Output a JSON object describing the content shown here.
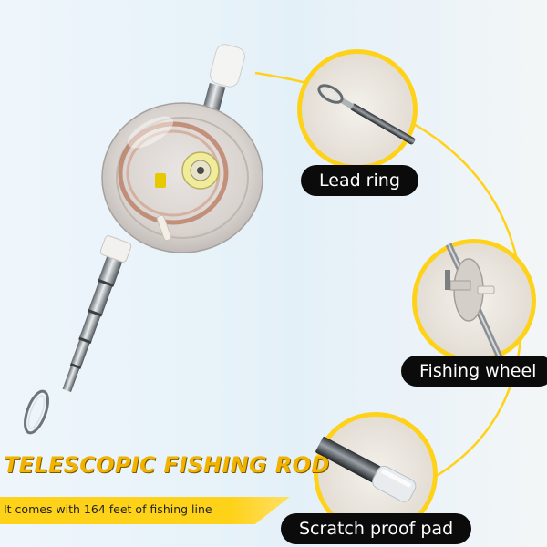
{
  "callouts": {
    "lead_ring": "Lead ring",
    "fishing_wheel": "Fishing wheel",
    "scratch_pad": "Scratch proof pad"
  },
  "product": {
    "title": "TELESCOPIC FISHING ROD",
    "tagline": "It comes with 164 feet of fishing line"
  },
  "colors": {
    "accent_yellow": "#ffd21a",
    "title_yellow": "#f2b300",
    "label_bg": "#0b0b0b",
    "label_text": "#ffffff"
  }
}
